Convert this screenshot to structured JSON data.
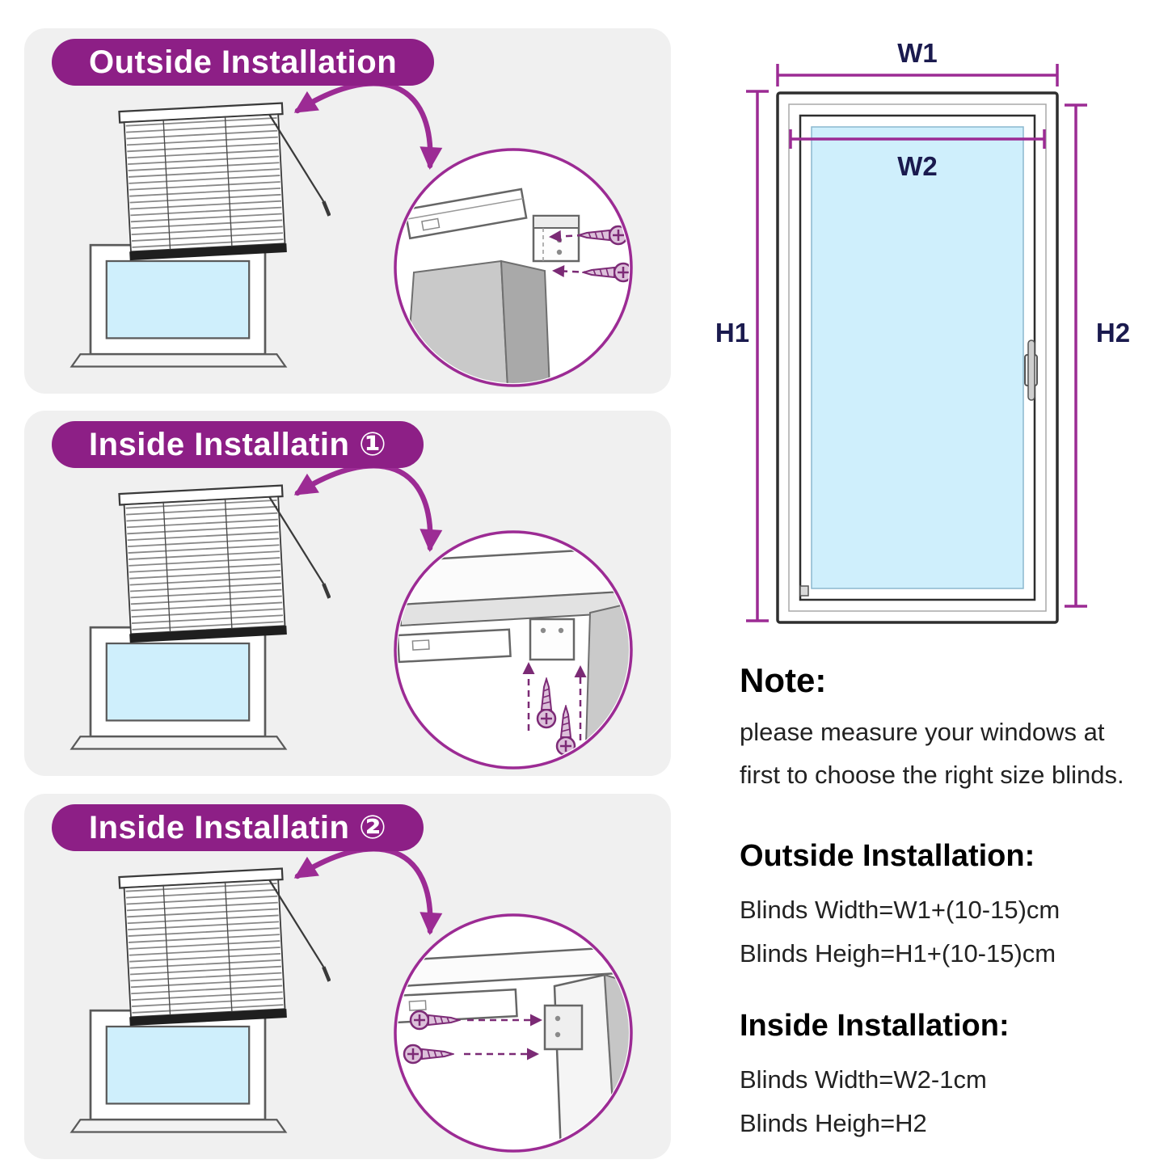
{
  "colors": {
    "banner": "#8d1f86",
    "accent": "#9c2b94",
    "label": "#1a1a4e",
    "glass": "#cfeffc",
    "panel_bg": "#f0f0f0",
    "text": "#1f1f1f"
  },
  "panels": [
    {
      "title": "Outside Installation"
    },
    {
      "title": "Inside Installatin ①"
    },
    {
      "title": "Inside Installatin ②"
    }
  ],
  "window_diagram": {
    "w1": "W1",
    "w2": "W2",
    "h1": "H1",
    "h2": "H2"
  },
  "note": {
    "heading": "Note:",
    "line1": "please measure your windows at",
    "line2": "first to choose the right size blinds."
  },
  "outside_installation": {
    "heading": "Outside Installation:",
    "width_formula": "Blinds Width=W1+(10-15)cm",
    "height_formula": "Blinds Heigh=H1+(10-15)cm"
  },
  "inside_installation": {
    "heading": "Inside Installation:",
    "width_formula": "Blinds Width=W2-1cm",
    "height_formula": "Blinds Heigh=H2"
  }
}
